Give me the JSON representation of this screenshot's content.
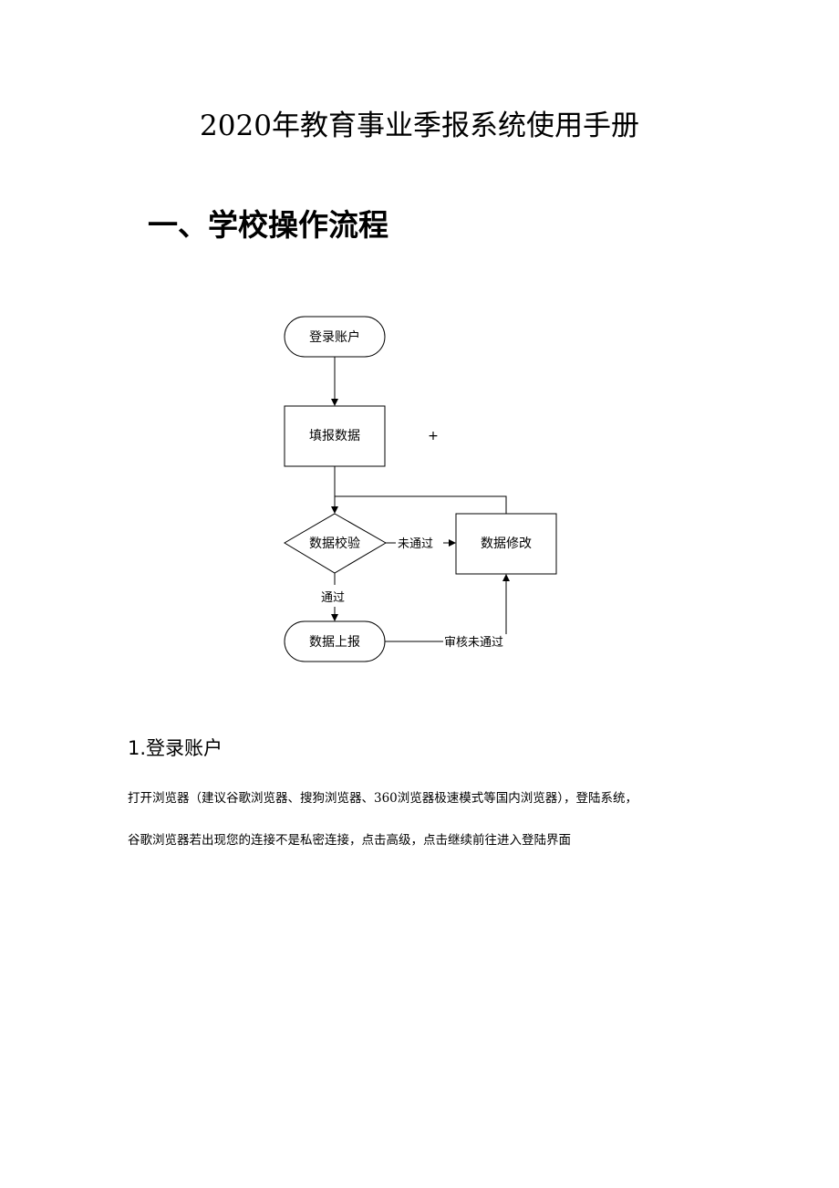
{
  "document": {
    "title": "2020年教育事业季报系统使用手册",
    "section_title": "一、学校操作流程",
    "flowchart": {
      "nodes": {
        "login": "登录账户",
        "fill": "填报数据",
        "validate": "数据校验",
        "modify": "数据修改",
        "report": "数据上报"
      },
      "edges": {
        "not_passed": "未通过",
        "passed": "通过",
        "audit_not_passed": "审核未通过"
      },
      "marker": "+"
    },
    "subsection_title": "1.登录账户",
    "paragraphs": [
      "打开浏览器（建议谷歌浏览器、搜狗浏览器、360浏览器极速模式等国内浏览器），登陆系统，",
      "谷歌浏览器若出现您的连接不是私密连接，点击高级，点击继续前往进入登陆界面"
    ]
  }
}
